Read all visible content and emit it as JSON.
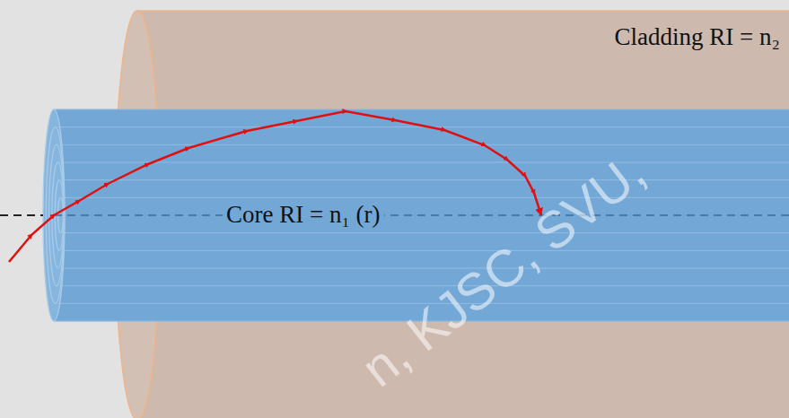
{
  "diagram": {
    "nodes": [
      {
        "text": [
          "Cladding RI = n₂"
        ]
      },
      {
        "text": [
          "Core RI = n₁ (r)"
        ],
        "in": 0
      }
    ],
    "labels": [
      "n, KJSC, SVU,"
    ]
  }
}
